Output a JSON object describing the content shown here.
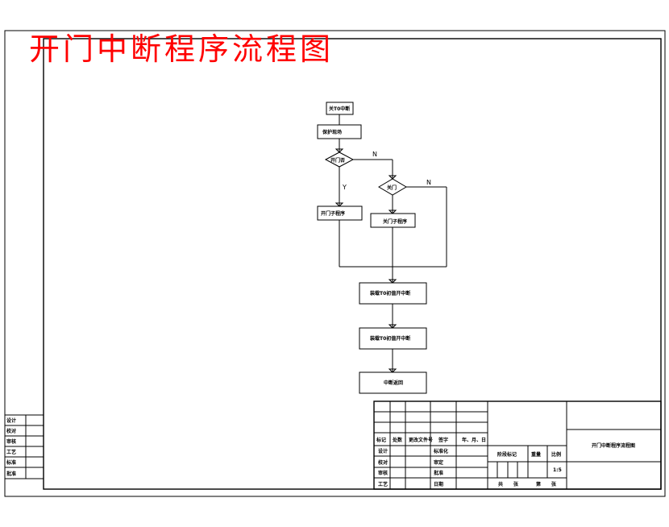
{
  "title": "开门中断程序流程图",
  "flow": {
    "start": "关T0中断",
    "save": "保护现场",
    "decision_open": "开门否",
    "decision_close": "关门",
    "yes_label": "Y",
    "no_label_1": "N",
    "no_label_2": "N",
    "open_sub": "开门子程序",
    "close_sub": "关门子程序",
    "reload": "装载T0初值开中断",
    "reload2": "装载T0初值开中断",
    "end": "中断返回"
  },
  "left_table": {
    "rows": [
      "设计",
      "校对",
      "审核",
      "工艺",
      "标准",
      "批准"
    ]
  },
  "title_block": {
    "drawing_name": "开门中断程序流程图",
    "header_row": [
      "标记",
      "处数",
      "更改文件号",
      "签字",
      "年、月、日"
    ],
    "sign_rows": [
      {
        "left": "设计",
        "right": "标准化"
      },
      {
        "left": "校对",
        "right": "审定"
      },
      {
        "left": "审核",
        "right": "批准"
      },
      {
        "left": "工艺",
        "right": "日期"
      }
    ],
    "stage_label": "阶段标记",
    "weight_label": "重量",
    "scale_label": "比例",
    "scale_value": "1:5",
    "sheet_total": "共",
    "sheet_unit": "张",
    "sheet_no": "第",
    "sheet_unit2": "张"
  }
}
